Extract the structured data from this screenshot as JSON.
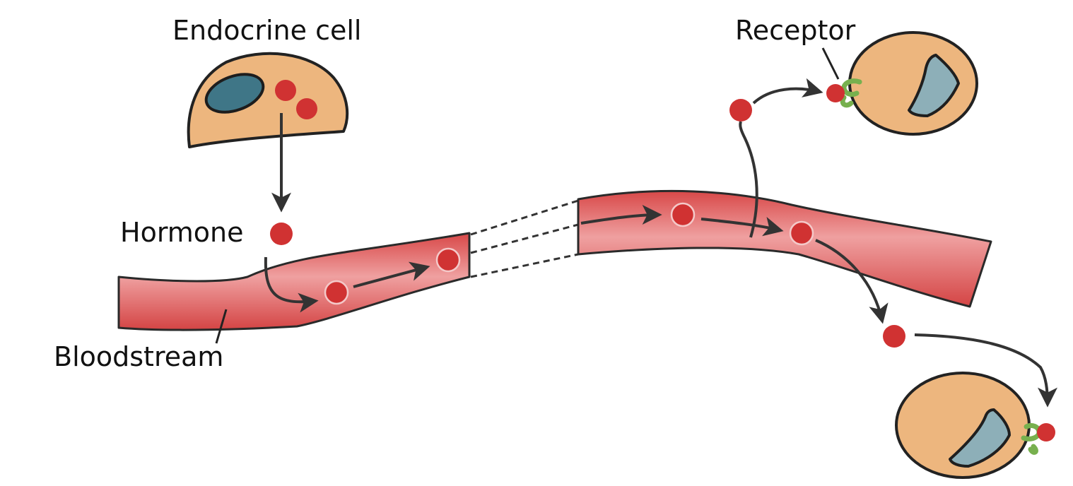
{
  "labels": {
    "endocrine_cell": "Endocrine cell",
    "hormone": "Hormone",
    "bloodstream": "Bloodstream",
    "receptor": "Receptor"
  },
  "colors": {
    "cell_fill": "#EDB67E",
    "outline": "#222222",
    "nucleus_endocrine": "#3F7687",
    "nucleus_target": "#8DAFB8",
    "hormone": "#D03232",
    "vessel_light": "#EC9B9B",
    "vessel_dark": "#D44646",
    "receptor": "#77B04E",
    "arrow": "#333333"
  }
}
